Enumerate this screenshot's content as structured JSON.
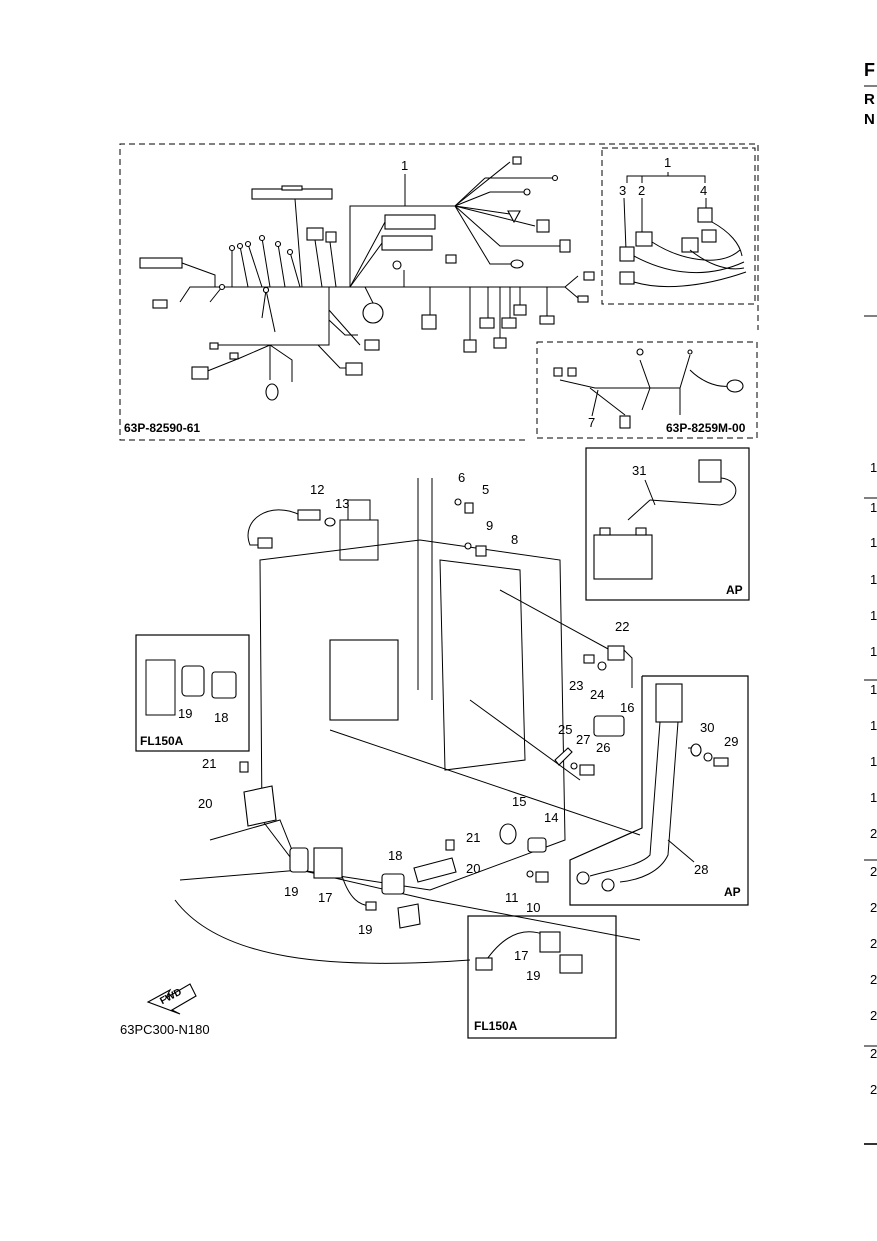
{
  "page": {
    "right_edge_letters": [
      "F",
      "R",
      "N"
    ],
    "right_edge_numbers": [
      "1",
      "1",
      "1",
      "1",
      "1",
      "1",
      "1",
      "1",
      "1",
      "1",
      "2",
      "2",
      "2",
      "2",
      "2",
      "2",
      "2",
      "2"
    ]
  },
  "diagram": {
    "harness_code_main": "63P-82590-61",
    "harness_code_sub": "63P-8259M-00",
    "figure_code": "63PC300-N180",
    "fwd_label": "FWD",
    "inset_ap_label": "AP",
    "inset_fl_label": "FL150A",
    "part_labels": [
      "1",
      "2",
      "3",
      "4",
      "5",
      "6",
      "7",
      "8",
      "9",
      "10",
      "11",
      "12",
      "13",
      "14",
      "15",
      "16",
      "17",
      "18",
      "19",
      "20",
      "21",
      "22",
      "23",
      "24",
      "25",
      "26",
      "27",
      "28",
      "29",
      "30",
      "31"
    ]
  }
}
